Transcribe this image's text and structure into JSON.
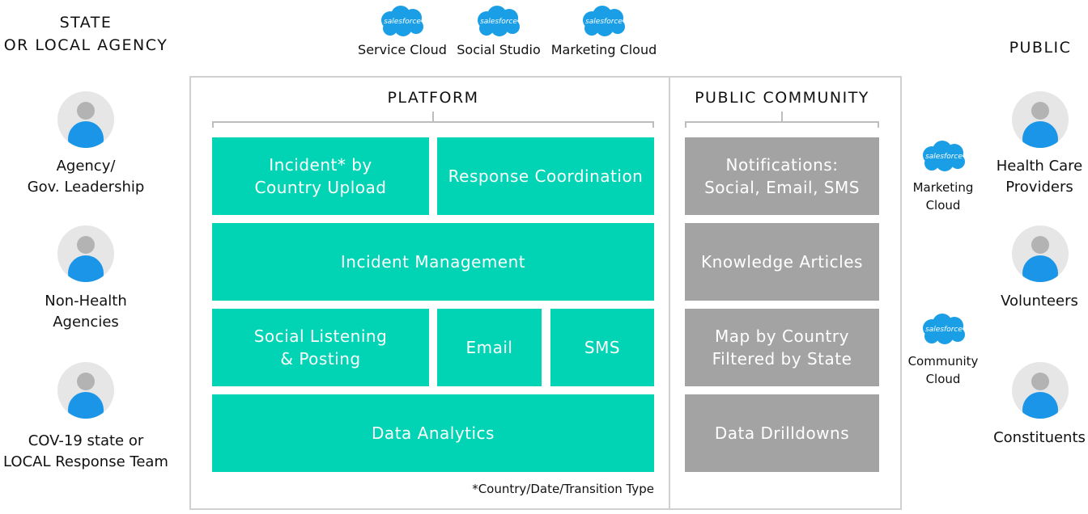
{
  "left_column": {
    "heading_line1": "STATE",
    "heading_line2": "OR LOCAL AGENCY",
    "personas": [
      {
        "line1": "Agency/",
        "line2": "Gov. Leadership"
      },
      {
        "line1": "Non-Health",
        "line2": "Agencies"
      },
      {
        "line1": "COV-19 state or",
        "line2": "LOCAL Response Team"
      }
    ]
  },
  "top_clouds": [
    {
      "logo_text": "salesforce",
      "label": "Service Cloud"
    },
    {
      "logo_text": "salesforce",
      "label": "Social Studio"
    },
    {
      "logo_text": "salesforce",
      "label": "Marketing Cloud"
    }
  ],
  "platform": {
    "title": "PLATFORM",
    "blocks": {
      "incident_line1": "Incident* by",
      "incident_line2": "Country Upload",
      "response_coordination": "Response Coordination",
      "incident_management": "Incident Management",
      "social_line1": "Social Listening",
      "social_line2": "& Posting",
      "email": "Email",
      "sms": "SMS",
      "data_analytics": "Data Analytics"
    },
    "footnote": "*Country/Date/Transition Type"
  },
  "community": {
    "title": "PUBLIC COMMUNITY",
    "blocks": {
      "notifications_line1": "Notifications:",
      "notifications_line2": "Social, Email, SMS",
      "knowledge_articles": "Knowledge Articles",
      "map_line1": "Map by Country",
      "map_line2": "Filtered by State",
      "data_drilldowns": "Data Drilldowns"
    }
  },
  "side_clouds": [
    {
      "logo_text": "salesforce",
      "line1": "Marketing",
      "line2": "Cloud"
    },
    {
      "logo_text": "salesforce",
      "line1": "Community",
      "line2": "Cloud"
    }
  ],
  "right_column": {
    "heading": "PUBLIC",
    "personas": [
      {
        "line1": "Health Care",
        "line2": "Providers"
      },
      {
        "line1": "Volunteers",
        "line2": ""
      },
      {
        "line1": "Constituents",
        "line2": ""
      }
    ]
  },
  "colors": {
    "teal": "#00d4b4",
    "gray": "#a3a3a3",
    "salesforce_blue": "#1a9ee6",
    "avatar_blue": "#1a95e8"
  }
}
